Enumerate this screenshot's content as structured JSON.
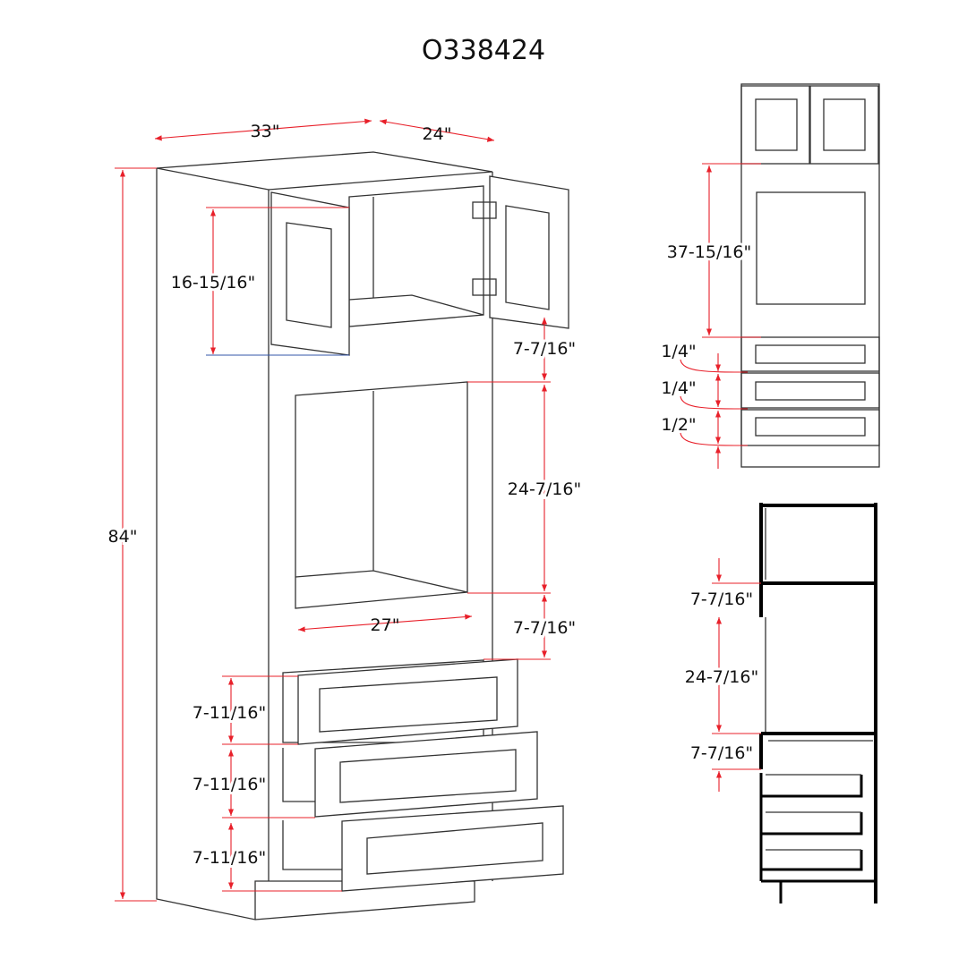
{
  "title": "O338424",
  "colors": {
    "dimension": "#e8202a",
    "line": "#333333"
  },
  "main_view": {
    "width": "33\"",
    "depth": "24\"",
    "height": "84\"",
    "upper_door_height": "16-15/16\"",
    "gap_above_opening": "7-7/16\"",
    "opening_height": "24-7/16\"",
    "opening_width": "27\"",
    "gap_below_opening": "7-7/16\"",
    "drawers": [
      "7-11/16\"",
      "7-11/16\"",
      "7-11/16\""
    ]
  },
  "front_view": {
    "opening_height": "37-15/16\"",
    "reveals": [
      "1/4\"",
      "1/4\"",
      "1/2\""
    ]
  },
  "section_view": {
    "top_gap": "7-7/16\"",
    "opening_height": "24-7/16\"",
    "bottom_gap": "7-7/16\""
  }
}
